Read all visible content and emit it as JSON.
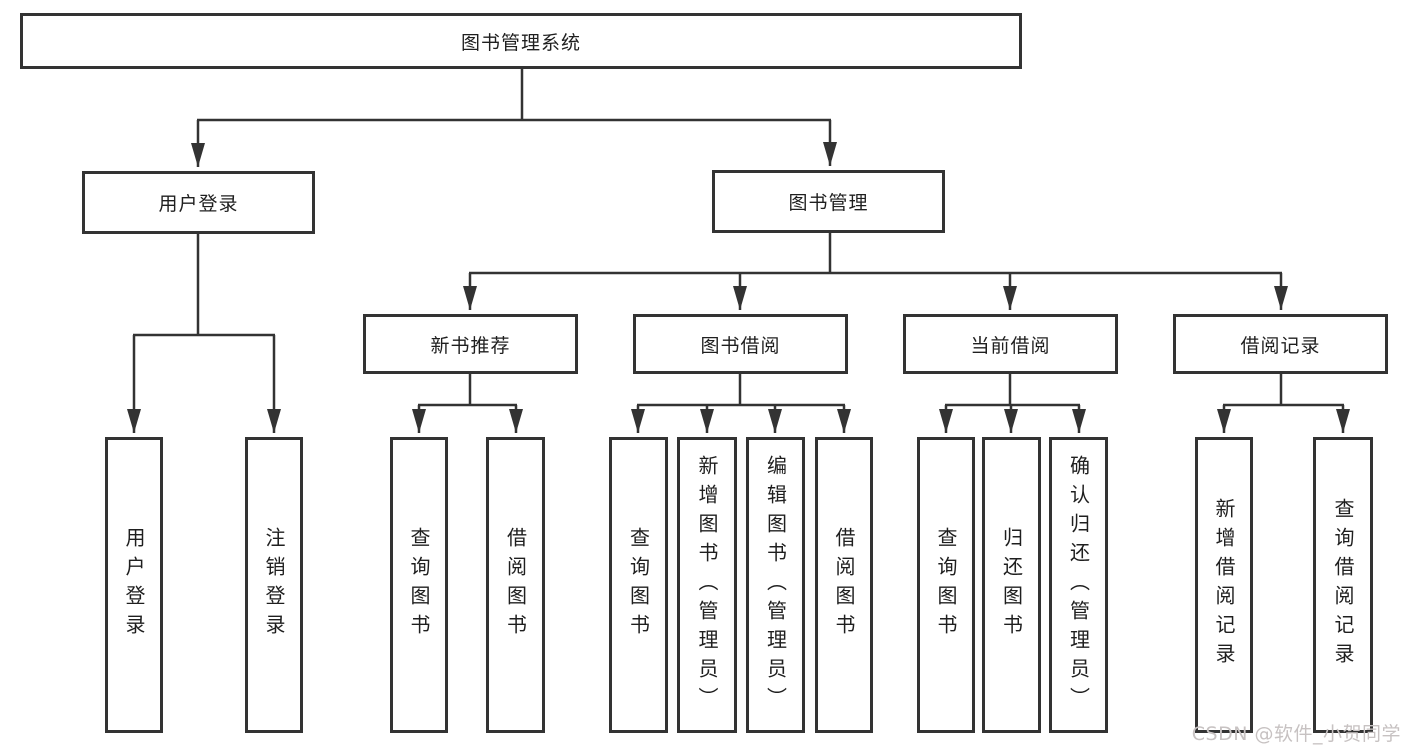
{
  "diagram_type": "functional-structure-tree",
  "tree": {
    "label": "图书管理系统",
    "children": [
      {
        "label": "用户登录",
        "children": [
          {
            "label": "用户登录"
          },
          {
            "label": "注销登录"
          }
        ]
      },
      {
        "label": "图书管理",
        "children": [
          {
            "label": "新书推荐",
            "children": [
              {
                "label": "查询图书"
              },
              {
                "label": "借阅图书"
              }
            ]
          },
          {
            "label": "图书借阅",
            "children": [
              {
                "label": "查询图书"
              },
              {
                "label": "新增图书（管理员）"
              },
              {
                "label": "编辑图书（管理员）"
              },
              {
                "label": "借阅图书"
              }
            ]
          },
          {
            "label": "当前借阅",
            "children": [
              {
                "label": "查询图书"
              },
              {
                "label": "归还图书"
              },
              {
                "label": "确认归还（管理员）"
              }
            ]
          },
          {
            "label": "借阅记录",
            "children": [
              {
                "label": "新增借阅记录"
              },
              {
                "label": "查询借阅记录"
              }
            ]
          }
        ]
      }
    ]
  },
  "watermark": {
    "text": "CSDN @软件_小贺同学"
  },
  "colors": {
    "line": "#333333",
    "box_border": "#333333",
    "text": "#1f1f1f",
    "background": "#ffffff",
    "watermark": "#c7c2c2"
  }
}
